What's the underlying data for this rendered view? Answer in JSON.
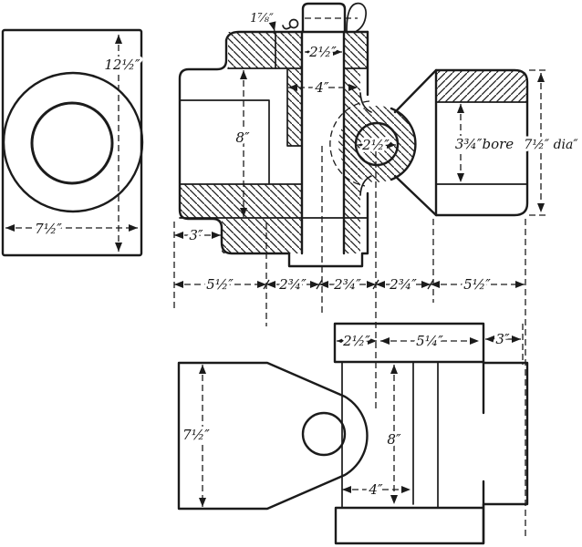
{
  "drawing": {
    "kind": "engineering-section-drawing",
    "ink_color": "#1b1b1b",
    "paper_color": "#ffffff"
  },
  "labels": {
    "end_view": {
      "height": "12½″",
      "width": "7½″"
    },
    "section_view": {
      "cap_height": "1⅞″",
      "stem_width": "2½″",
      "neck_width": "4″",
      "body_height": "8″",
      "step_width": "3″",
      "pin_bore": "2½″"
    },
    "side_view": {
      "bore": "3¾″bore",
      "diameter": "7½″ dia″"
    },
    "chain": [
      "5½″",
      "2¾″",
      "2¾″",
      "2¾″",
      "5½″"
    ],
    "plan_view": {
      "fork_width": "7½″",
      "cap_left": "2½″",
      "cap_middle": "5¼″",
      "cap_right": "3″",
      "depth": "8″",
      "inner_width": "4″"
    }
  }
}
